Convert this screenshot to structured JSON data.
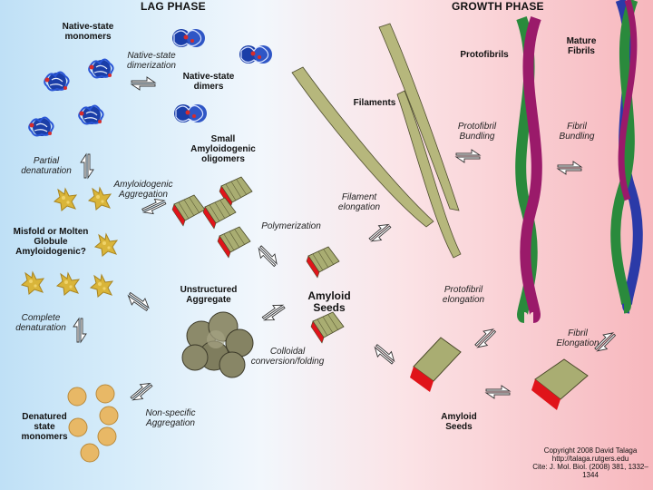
{
  "header": {
    "lag": "LAG PHASE",
    "growth": "GROWTH PHASE"
  },
  "labels": {
    "native_monomers": "Native-state monomers",
    "native_dimerization": "Native-state dimerization",
    "native_dimers": "Native-state dimers",
    "partial_denaturation": "Partial denaturation",
    "small_oligomers": "Small Amyloidogenic oligomers",
    "amyloidogenic_aggregation": "Amyloidogenic Aggregation",
    "polymerization": "Polymerization",
    "filaments": "Filaments",
    "filament_elongation": "Filament elongation",
    "protofibrils": "Protofibrils",
    "protofibril_bundling": "Protofibril Bundling",
    "mature_fibrils": "Mature Fibrils",
    "fibril_bundling": "Fibril Bundling",
    "misfold": "Misfold or Molten Globule Amyloidogenic?",
    "unstructured": "Unstructured Aggregate",
    "amyloid_seeds_center": "Amyloid Seeds",
    "protofibril_elongation": "Protofibril elongation",
    "complete_denaturation": "Complete denaturation",
    "colloidal": "Colloidal conversion/folding",
    "fibril_elongation": "Fibril Elongation",
    "denatured_monomers": "Denatured state monomers",
    "nonspecific": "Non-specific Aggregation",
    "amyloid_seeds_lower": "Amyloid Seeds"
  },
  "copyright": {
    "line1": "Copyright 2008 David Talaga",
    "line2": "http://talaga.rutgers.edu",
    "line3": "Cite: J. Mol. Biol. (2008) 381, 1332–1344"
  },
  "colors": {
    "lag_bg": "#bfe0f6",
    "growth_bg": "#f7b7bd",
    "protein_blue": "#1a3ea8",
    "seed_green": "#a9ad72",
    "seed_red": "#e0141a",
    "molten_yellow": "#d9b53a",
    "denatured_orange": "#e8b866",
    "protofibril_green": "#2a8a3c",
    "protofibril_magenta": "#9a1a6a",
    "fibril_blue": "#2b3aa8"
  },
  "icons": [
    "native-monomer-icon",
    "native-dimer-icon",
    "molten-globule-icon",
    "unstructured-aggregate-icon",
    "amyloid-seed-icon",
    "filament-icon",
    "protofibril-icon",
    "mature-fibril-icon",
    "denatured-monomer-icon",
    "equilibrium-arrows-icon"
  ]
}
